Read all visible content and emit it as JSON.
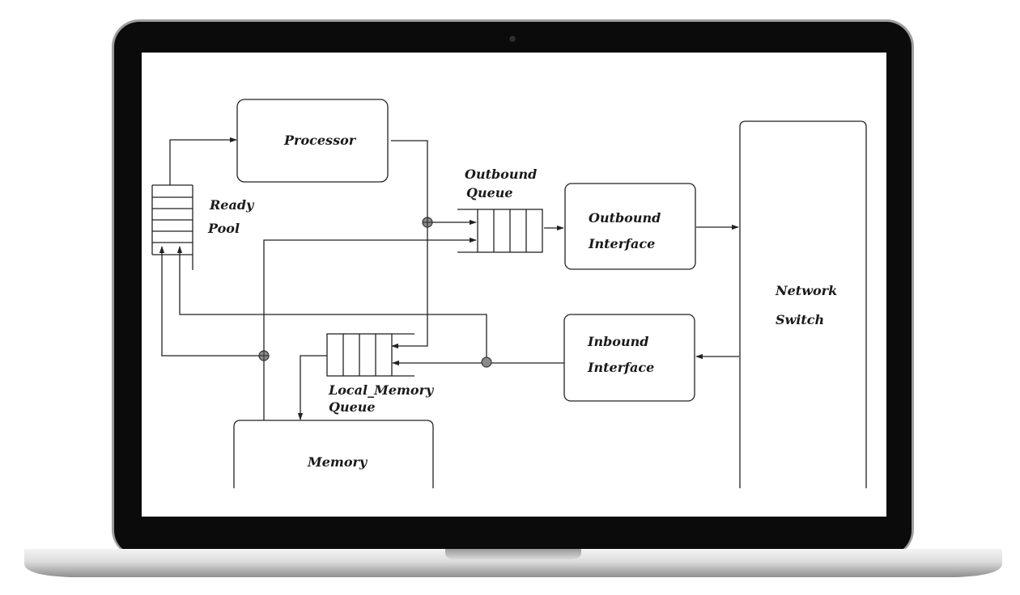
{
  "diagram": {
    "labels": {
      "processor": "Processor",
      "ready": "Ready",
      "pool": "Pool",
      "outbound_queue_1": "Outbound",
      "outbound_queue_2": "Queue",
      "outbound_interface_1": "Outbound",
      "outbound_interface_2": "Interface",
      "network": "Network",
      "switch": "Switch",
      "inbound_interface_1": "Inbound",
      "inbound_interface_2": "Interface",
      "local_memory_queue_1": "Local_Memory",
      "local_memory_queue_2": "Queue",
      "memory": "Memory"
    }
  },
  "device": {
    "bezel_color": "#0b0b0b",
    "base_color": "#d9d9d9"
  }
}
